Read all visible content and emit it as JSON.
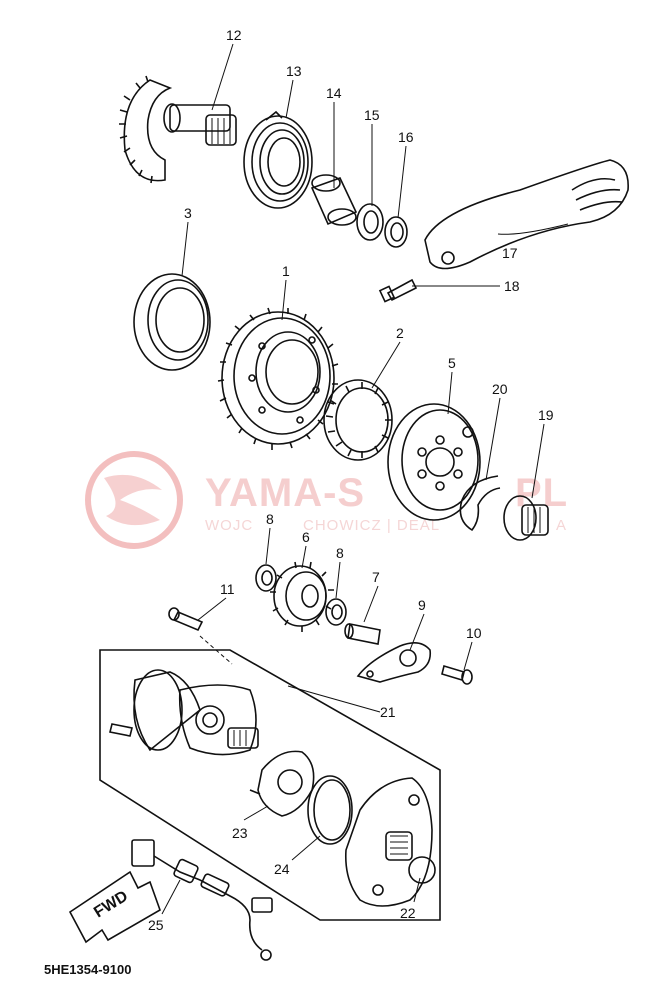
{
  "diagram": {
    "labels": [
      "1",
      "2",
      "3",
      "5",
      "6",
      "7",
      "8",
      "8",
      "9",
      "10",
      "11",
      "12",
      "13",
      "14",
      "15",
      "16",
      "17",
      "18",
      "19",
      "20",
      "21",
      "22",
      "23",
      "24",
      "25"
    ],
    "code": "5HE1354-9100",
    "fwd": "FWD"
  },
  "watermark": {
    "brand": "YAMA-S",
    "brand_tail": "PL",
    "sub_left": "WOJC",
    "sub_mid": "CHOWICZ | DEAL",
    "sub_right": "A"
  }
}
